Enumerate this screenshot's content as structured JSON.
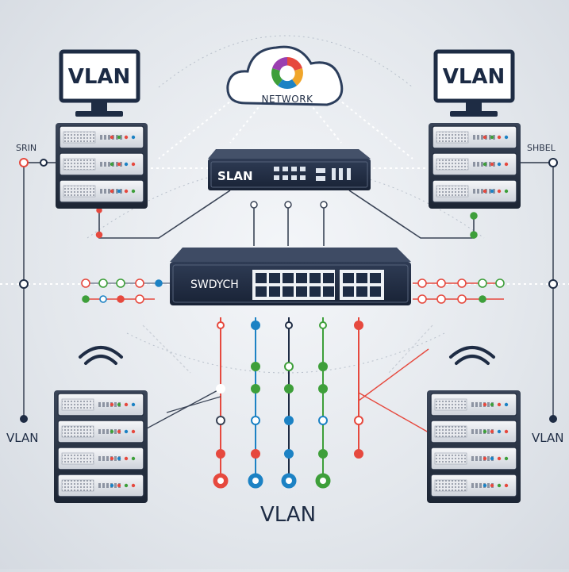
{
  "cloud": {
    "label": "NETWORK"
  },
  "monitors": {
    "left": {
      "label": "VLAN"
    },
    "right": {
      "label": "VLAN"
    }
  },
  "top_switch": {
    "label": "SLAN"
  },
  "main_switch": {
    "label": "SWDYCH"
  },
  "side_labels": {
    "left_top": "SRIN",
    "right_top": "SHBEL",
    "left_bottom": "VLAN",
    "right_bottom": "VLAN"
  },
  "bottom_title": "VLAN",
  "colors": {
    "red": "#e6493e",
    "green": "#3e9f3a",
    "blue": "#1c82c4",
    "navy": "#1e2c44",
    "line": "#3a4456"
  }
}
